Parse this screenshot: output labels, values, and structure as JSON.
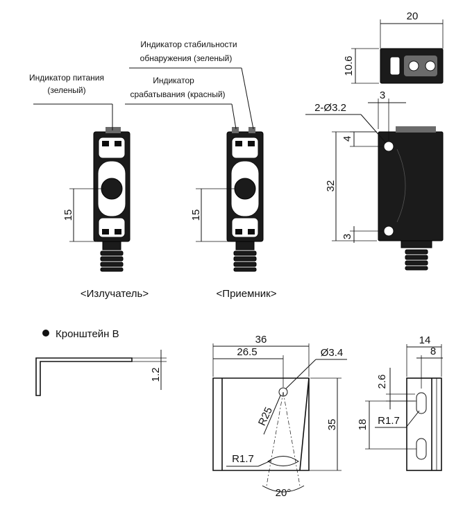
{
  "labels": {
    "power_indicator_1": "Индикатор питания",
    "power_indicator_2": "(зеленый)",
    "stability_indicator_1": "Индикатор стабильности",
    "stability_indicator_2": "обнаружения (зеленый)",
    "operation_indicator_1": "Индикатор",
    "operation_indicator_2": "срабатывания (красный)",
    "emitter_caption": "<Излучатель>",
    "receiver_caption": "<Приемник>",
    "bracket_title": "Кронштейн B"
  },
  "dimensions": {
    "top_width": "20",
    "top_height": "10.6",
    "hole_spec": "2-Ø3.2",
    "hole_offset": "3",
    "hole_top": "4",
    "body_height": "32",
    "hole_bottom": "3",
    "emitter_lens": "15",
    "receiver_lens": "15",
    "bracket_thickness": "1.2",
    "bracket_width": "36",
    "bracket_hole_x": "26.5",
    "bracket_hole_dia": "Ø3.4",
    "bracket_radius": "R25",
    "bracket_slot_radius_front": "R1.7",
    "bracket_height": "35",
    "bracket_angle": "20°",
    "side_width": "14",
    "side_slot_x": "8",
    "side_slot_top": "2.6",
    "side_slot_pitch": "18",
    "side_slot_radius": "R1.7"
  }
}
